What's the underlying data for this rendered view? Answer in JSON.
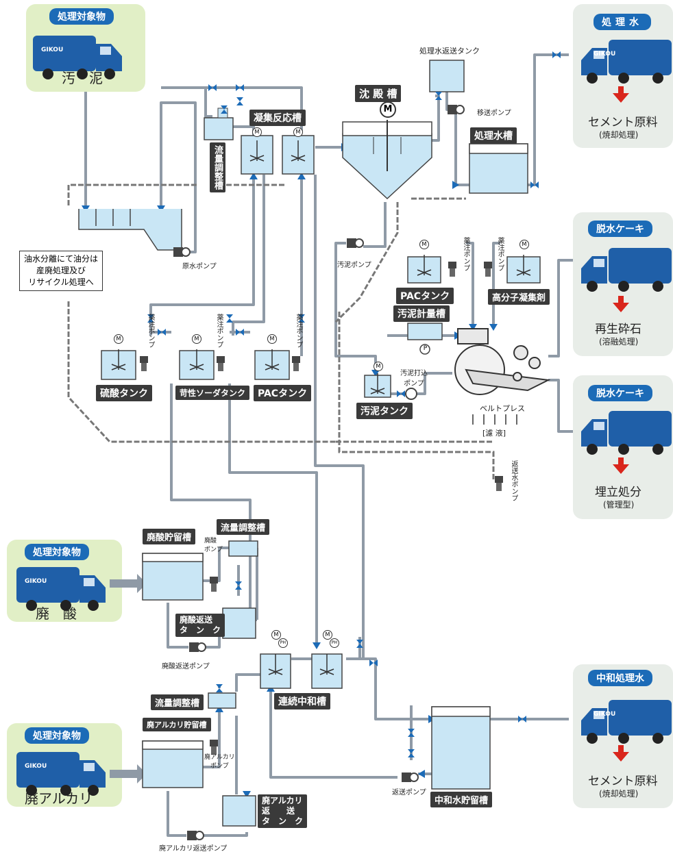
{
  "panels": {
    "sludge": {
      "tag": "処理対象物",
      "name": "汚　泥"
    },
    "acid": {
      "tag": "処理対象物",
      "name": "廃　酸"
    },
    "alkali": {
      "tag": "処理対象物",
      "name": "廃アルカリ"
    },
    "treated_water": {
      "tag": "処理水",
      "dest": "セメント原料",
      "sub": "(焼却処理)"
    },
    "cake1": {
      "tag": "脱水ケーキ",
      "dest": "再生砕石",
      "sub": "(溶融処理)"
    },
    "cake2": {
      "tag": "脱水ケーキ",
      "dest": "埋立処分",
      "sub": "(管理型)"
    },
    "neutral_water": {
      "tag": "中和処理水",
      "dest": "セメント原料",
      "sub": "(焼却処理)"
    }
  },
  "truck_logo": "GIKOU",
  "motor_symbol": "M",
  "ph_symbol": "PH",
  "pressure_symbol": "P",
  "labels": {
    "flow_adjust_tank_v": "流量調整槽",
    "coag_tank": "凝集反応槽",
    "settling_tank": "沈 殿 槽",
    "return_tank": "処理水返送タンク",
    "transfer_pump": "移送ポンプ",
    "treated_tank": "処理水槽",
    "raw_pump": "原水ポンプ",
    "oil_note": "油水分離にて油分は\n産廃処理及び\nリサイクル処理へ",
    "sludge_pump": "汚泥ポンプ",
    "dosing_pump": "薬注ポンプ",
    "pac_tank_top": "PACタンク",
    "polymer": "高分子凝集剤",
    "sludge_meter": "汚泥計量槽",
    "sulfuric_tank": "硫酸タンク",
    "caustic_tank": "苛性ソーダタンク",
    "pac_tank_bottom": "PACタンク",
    "sludge_feed_pump": "汚泥打込\nポンプ",
    "sludge_tank": "汚泥タンク",
    "belt_press": "ベルトプレス",
    "filtrate": "[濾 液]",
    "return_water_pump": "返送水ポンプ",
    "flow_adjust_tank_1": "流量調整槽",
    "acid_storage": "廃酸貯留槽",
    "acid_pump": "廃酸\nポンプ",
    "acid_return_tank": "廃酸返送\nタ　ン　ク",
    "acid_return_pump": "廃酸返送ポンプ",
    "flow_adjust_tank_2": "流量調整槽",
    "alkali_storage": "廃アルカリ貯留槽",
    "alkali_pump": "廃アルカリ\nポンプ",
    "continuous_neutral": "連続中和槽",
    "alkali_return_tank": "廃アルカリ\n返　　送\nタ　ン　ク",
    "alkali_return_pump": "廃アルカリ返送ポンプ",
    "neutral_storage": "中和水貯留槽",
    "return_pump": "返送ポンプ"
  },
  "colors": {
    "pipe": "#8f9aa6",
    "water": "#c9e6f5",
    "valve": "#1c6bb7",
    "panel_green": "#e1efc6",
    "panel_gray": "#e8ede8",
    "tag": "#1c6bb7",
    "truck": "#1f5fa8",
    "arrow": "#d9261c"
  }
}
